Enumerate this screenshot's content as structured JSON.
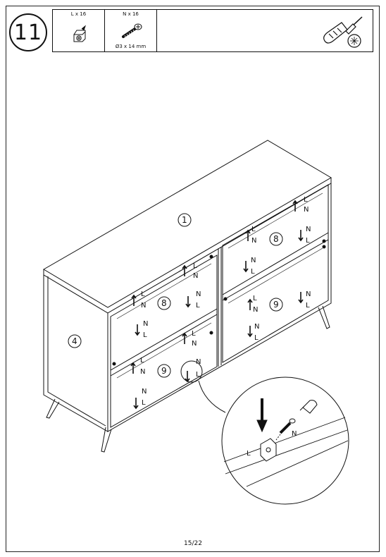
{
  "step": {
    "number": "11"
  },
  "parts": [
    {
      "id": "L",
      "quantity": "L x 16",
      "icon": "cam-lock-icon"
    },
    {
      "id": "N",
      "quantity": "N x 16",
      "size": "Ø3 x 14 mm",
      "icon": "screw-icon"
    }
  ],
  "tool": {
    "icon": "phillips-screwdriver-icon"
  },
  "labels": {
    "top_panel": "1",
    "side_panel": "4",
    "drawer_small": "8",
    "drawer_large": "9",
    "cam": "L",
    "screw": "N"
  },
  "page": {
    "number": "15/22"
  }
}
